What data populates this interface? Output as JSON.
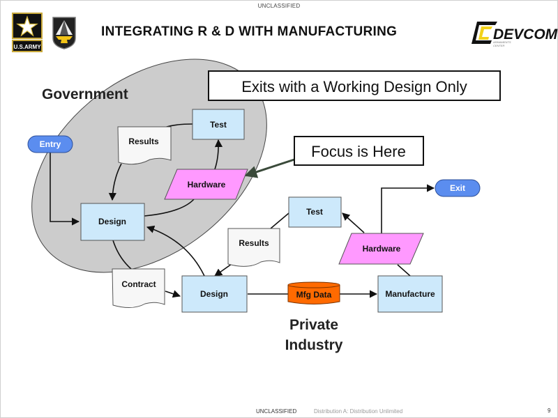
{
  "header": {
    "classification_top": "UNCLASSIFIED",
    "title": "INTEGRATING R & D WITH MANUFACTURING",
    "logo_left": "U.S.ARMY",
    "logo_right": "DEVCOM",
    "logo_right_sub1": "ARMAMENTS",
    "logo_right_sub2": "CENTER"
  },
  "footer": {
    "classification": "UNCLASSIFIED",
    "distribution": "Distribution A: Distribution Unlimited",
    "page_number": "9"
  },
  "diagram": {
    "groups": {
      "government": "Government",
      "private_industry_line1": "Private",
      "private_industry_line2": "Industry"
    },
    "callouts": {
      "exits": "Exits with a Working Design Only",
      "focus": "Focus is Here"
    },
    "nodes": {
      "entry": "Entry",
      "exit": "Exit",
      "gov_test": "Test",
      "gov_results": "Results",
      "gov_hardware": "Hardware",
      "gov_design": "Design",
      "contract": "Contract",
      "pi_design": "Design",
      "mfg_data": "Mfg Data",
      "manufacture": "Manufacture",
      "pi_hardware": "Hardware",
      "pi_test": "Test",
      "pi_results": "Results"
    },
    "colors": {
      "process": "#cde9fb",
      "hardware": "#ff99ff",
      "terminal": "#5b8def",
      "database": "#ff6a00",
      "document": "#f7f7f7",
      "government_region": "#cccccc"
    }
  }
}
